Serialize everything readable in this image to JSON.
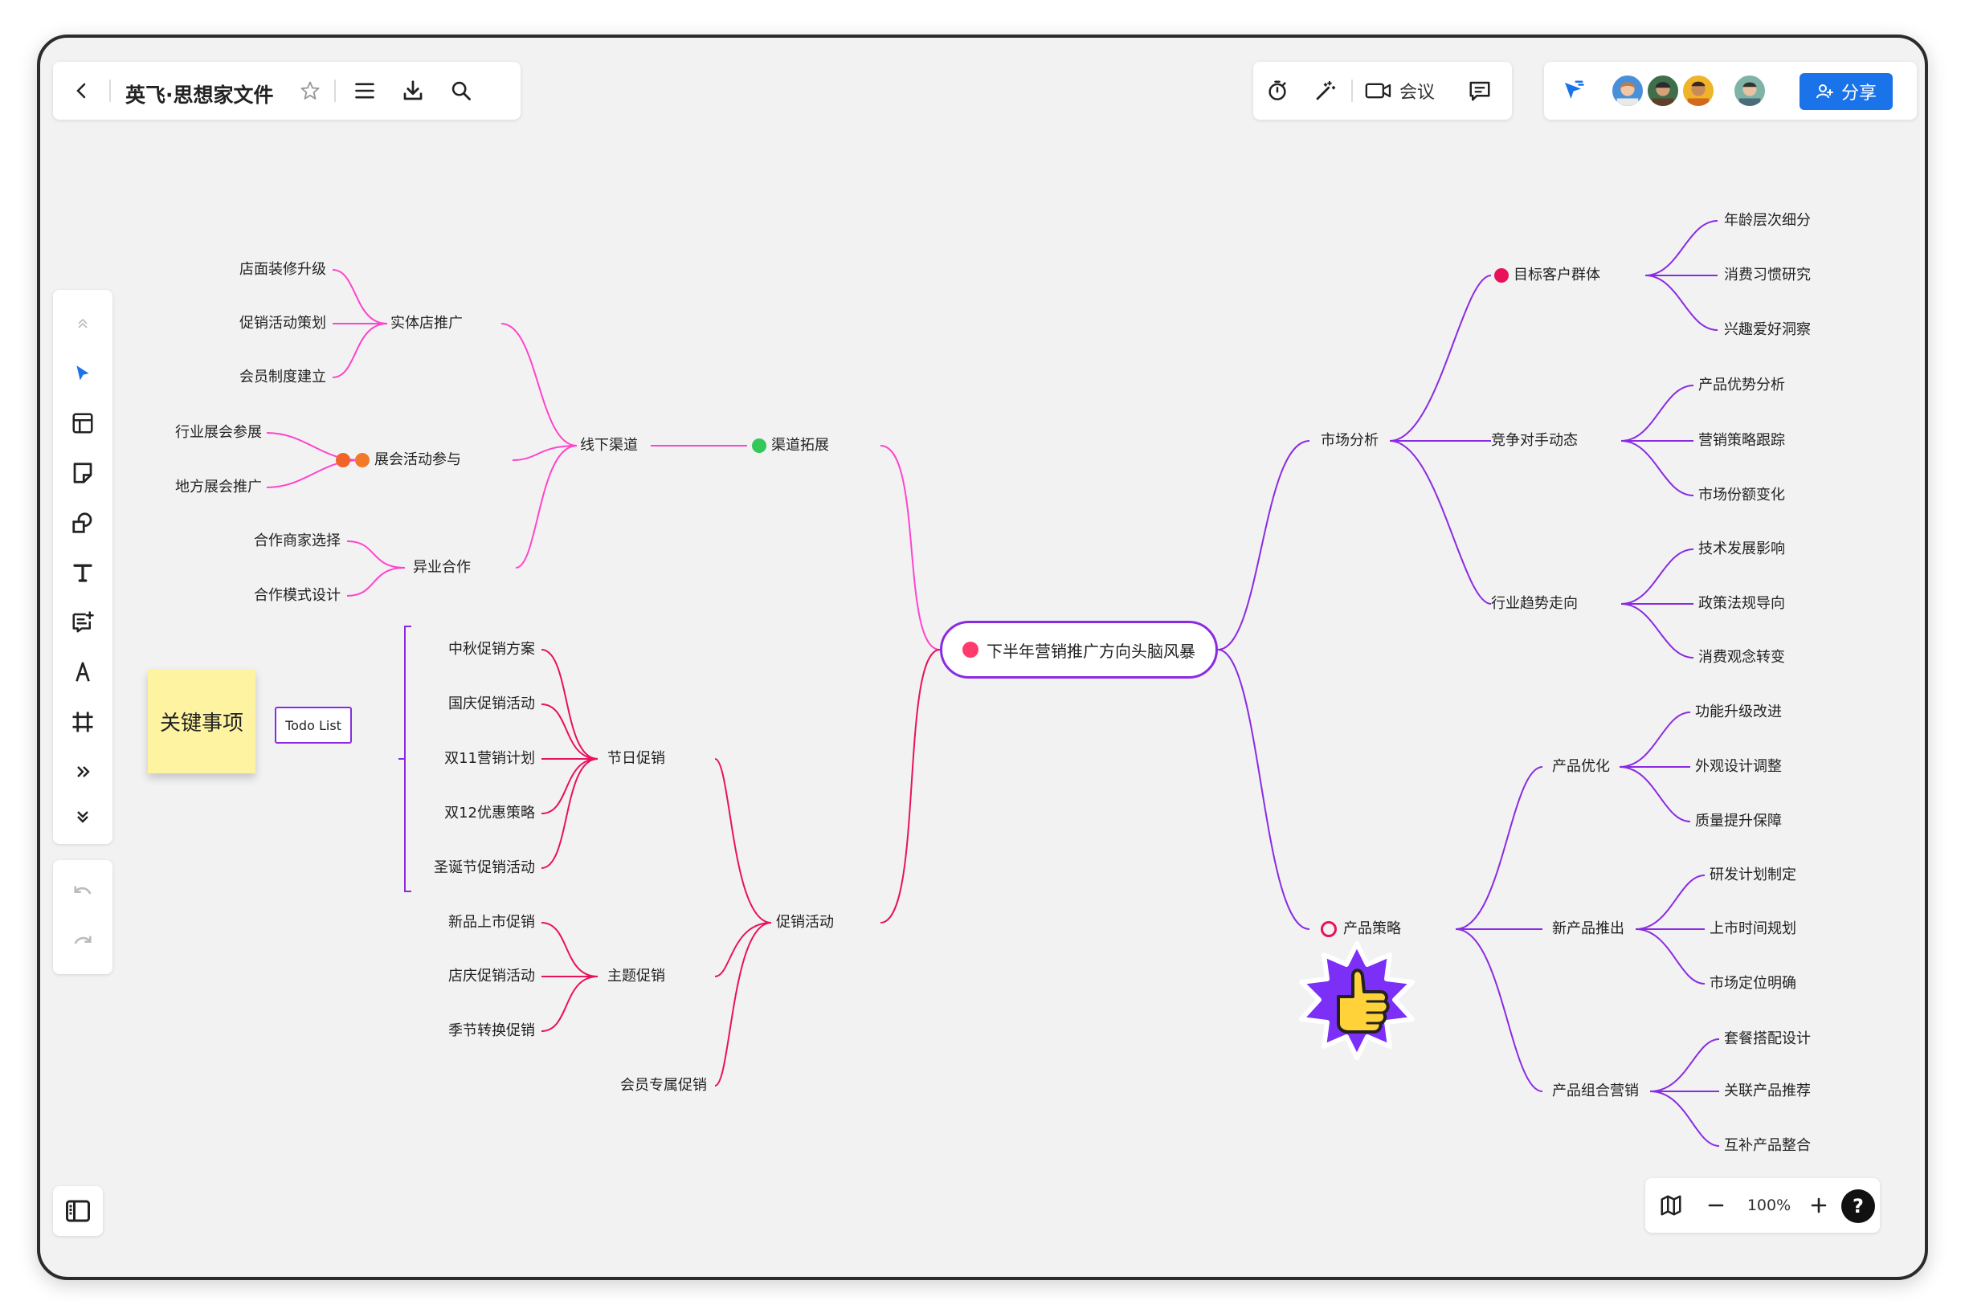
{
  "header": {
    "doc_title": "英飞·思想家文件",
    "meeting_label": "会议",
    "share_label": "分享"
  },
  "zoom": {
    "level": "100%"
  },
  "help_label": "?",
  "sticky": {
    "text": "关键事项"
  },
  "todo": {
    "label": "Todo List"
  },
  "colors": {
    "accent": "#1a73e8",
    "pink": "#ff44cc",
    "crimson": "#e8125c",
    "purple": "#8a2be2"
  },
  "mindmap": {
    "root": "下半年营销推广方向头脑风暴",
    "left": {
      "channel": "渠道拓展",
      "offline": "线下渠道",
      "store": "实体店推广",
      "store_items": [
        "店面装修升级",
        "促销活动策划",
        "会员制度建立"
      ],
      "expo": "展会活动参与",
      "expo_items": [
        "行业展会参展",
        "地方展会推广"
      ],
      "cross": "异业合作",
      "cross_items": [
        "合作商家选择",
        "合作模式设计"
      ],
      "promo": "促销活动",
      "holiday": "节日促销",
      "holiday_items": [
        "中秋促销方案",
        "国庆促销活动",
        "双11营销计划",
        "双12优惠策略",
        "圣诞节促销活动"
      ],
      "theme": "主题促销",
      "theme_items": [
        "新品上市促销",
        "店庆促销活动",
        "季节转换促销"
      ],
      "member": "会员专属促销"
    },
    "right": {
      "market": "市场分析",
      "target": "目标客户群体",
      "target_items": [
        "年龄层次细分",
        "消费习惯研究",
        "兴趣爱好洞察"
      ],
      "competitor": "竞争对手动态",
      "competitor_items": [
        "产品优势分析",
        "营销策略跟踪",
        "市场份额变化"
      ],
      "trend": "行业趋势走向",
      "trend_items": [
        "技术发展影响",
        "政策法规导向",
        "消费观念转变"
      ],
      "product": "产品策略",
      "optimize": "产品优化",
      "optimize_items": [
        "功能升级改进",
        "外观设计调整",
        "质量提升保障"
      ],
      "newprod": "新产品推出",
      "newprod_items": [
        "研发计划制定",
        "上市时间规划",
        "市场定位明确"
      ],
      "combo": "产品组合营销",
      "combo_items": [
        "套餐搭配设计",
        "关联产品推荐",
        "互补产品整合"
      ]
    }
  }
}
